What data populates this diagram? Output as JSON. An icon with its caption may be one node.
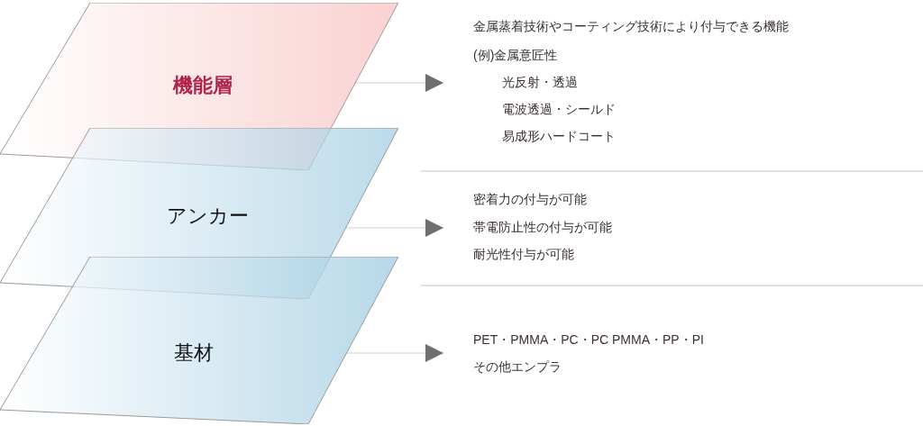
{
  "diagram": {
    "nodes": [
      {
        "text": [
          "機能層"
        ]
      },
      {
        "text": [
          "アンカー"
        ]
      },
      {
        "text": [
          "基材"
        ]
      },
      {
        "text": [
          "金属蒸着技術やコーティング技術により付与できる機能",
          "(例)金属意匠性",
          "光反射・透過",
          "電波透過・シールド",
          "易成形ハードコート"
        ]
      },
      {
        "text": [
          "密着力の付与が可能",
          "帯電防止性の付与が可能",
          "耐光性付与が可能"
        ]
      },
      {
        "text": [
          "PET・PMMA・PC・PC PMMA・PP・PI",
          "その他エンプラ"
        ]
      }
    ],
    "edges": [
      {
        "from": 0,
        "to": 3,
        "arrow": "to"
      },
      {
        "from": 1,
        "to": 4,
        "arrow": "to"
      },
      {
        "from": 2,
        "to": 5,
        "arrow": "to"
      }
    ]
  }
}
